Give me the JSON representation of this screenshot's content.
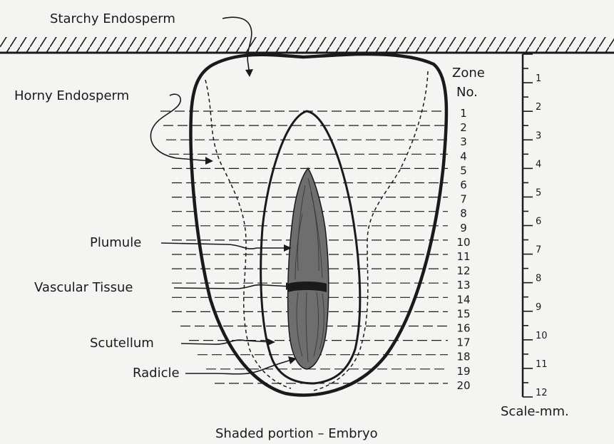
{
  "labels": {
    "starchy_endosperm": "Starchy Endosperm",
    "horny_endosperm": "Horny Endosperm",
    "plumule": "Plumule",
    "vascular_tissue": "Vascular Tissue",
    "scutellum": "Scutellum",
    "radicle": "Radicle",
    "zone_header_line1": "Zone",
    "zone_header_line2": "No.",
    "scale_label": "Scale-mm.",
    "caption": "Shaded portion – Embryo"
  },
  "zones": [
    "1",
    "2",
    "3",
    "4",
    "5",
    "6",
    "7",
    "8",
    "9",
    "10",
    "11",
    "12",
    "13",
    "14",
    "15",
    "16",
    "17",
    "18",
    "19",
    "20"
  ],
  "scale_mm": [
    "1",
    "2",
    "3",
    "4",
    "5",
    "6",
    "7",
    "8",
    "9",
    "10",
    "11",
    "12"
  ],
  "colors": {
    "ink": "#1a1a1a",
    "background": "#f4f4f2",
    "embryo_fill": "#6e6e6e",
    "embryo_grain": "#3a3a3a"
  }
}
